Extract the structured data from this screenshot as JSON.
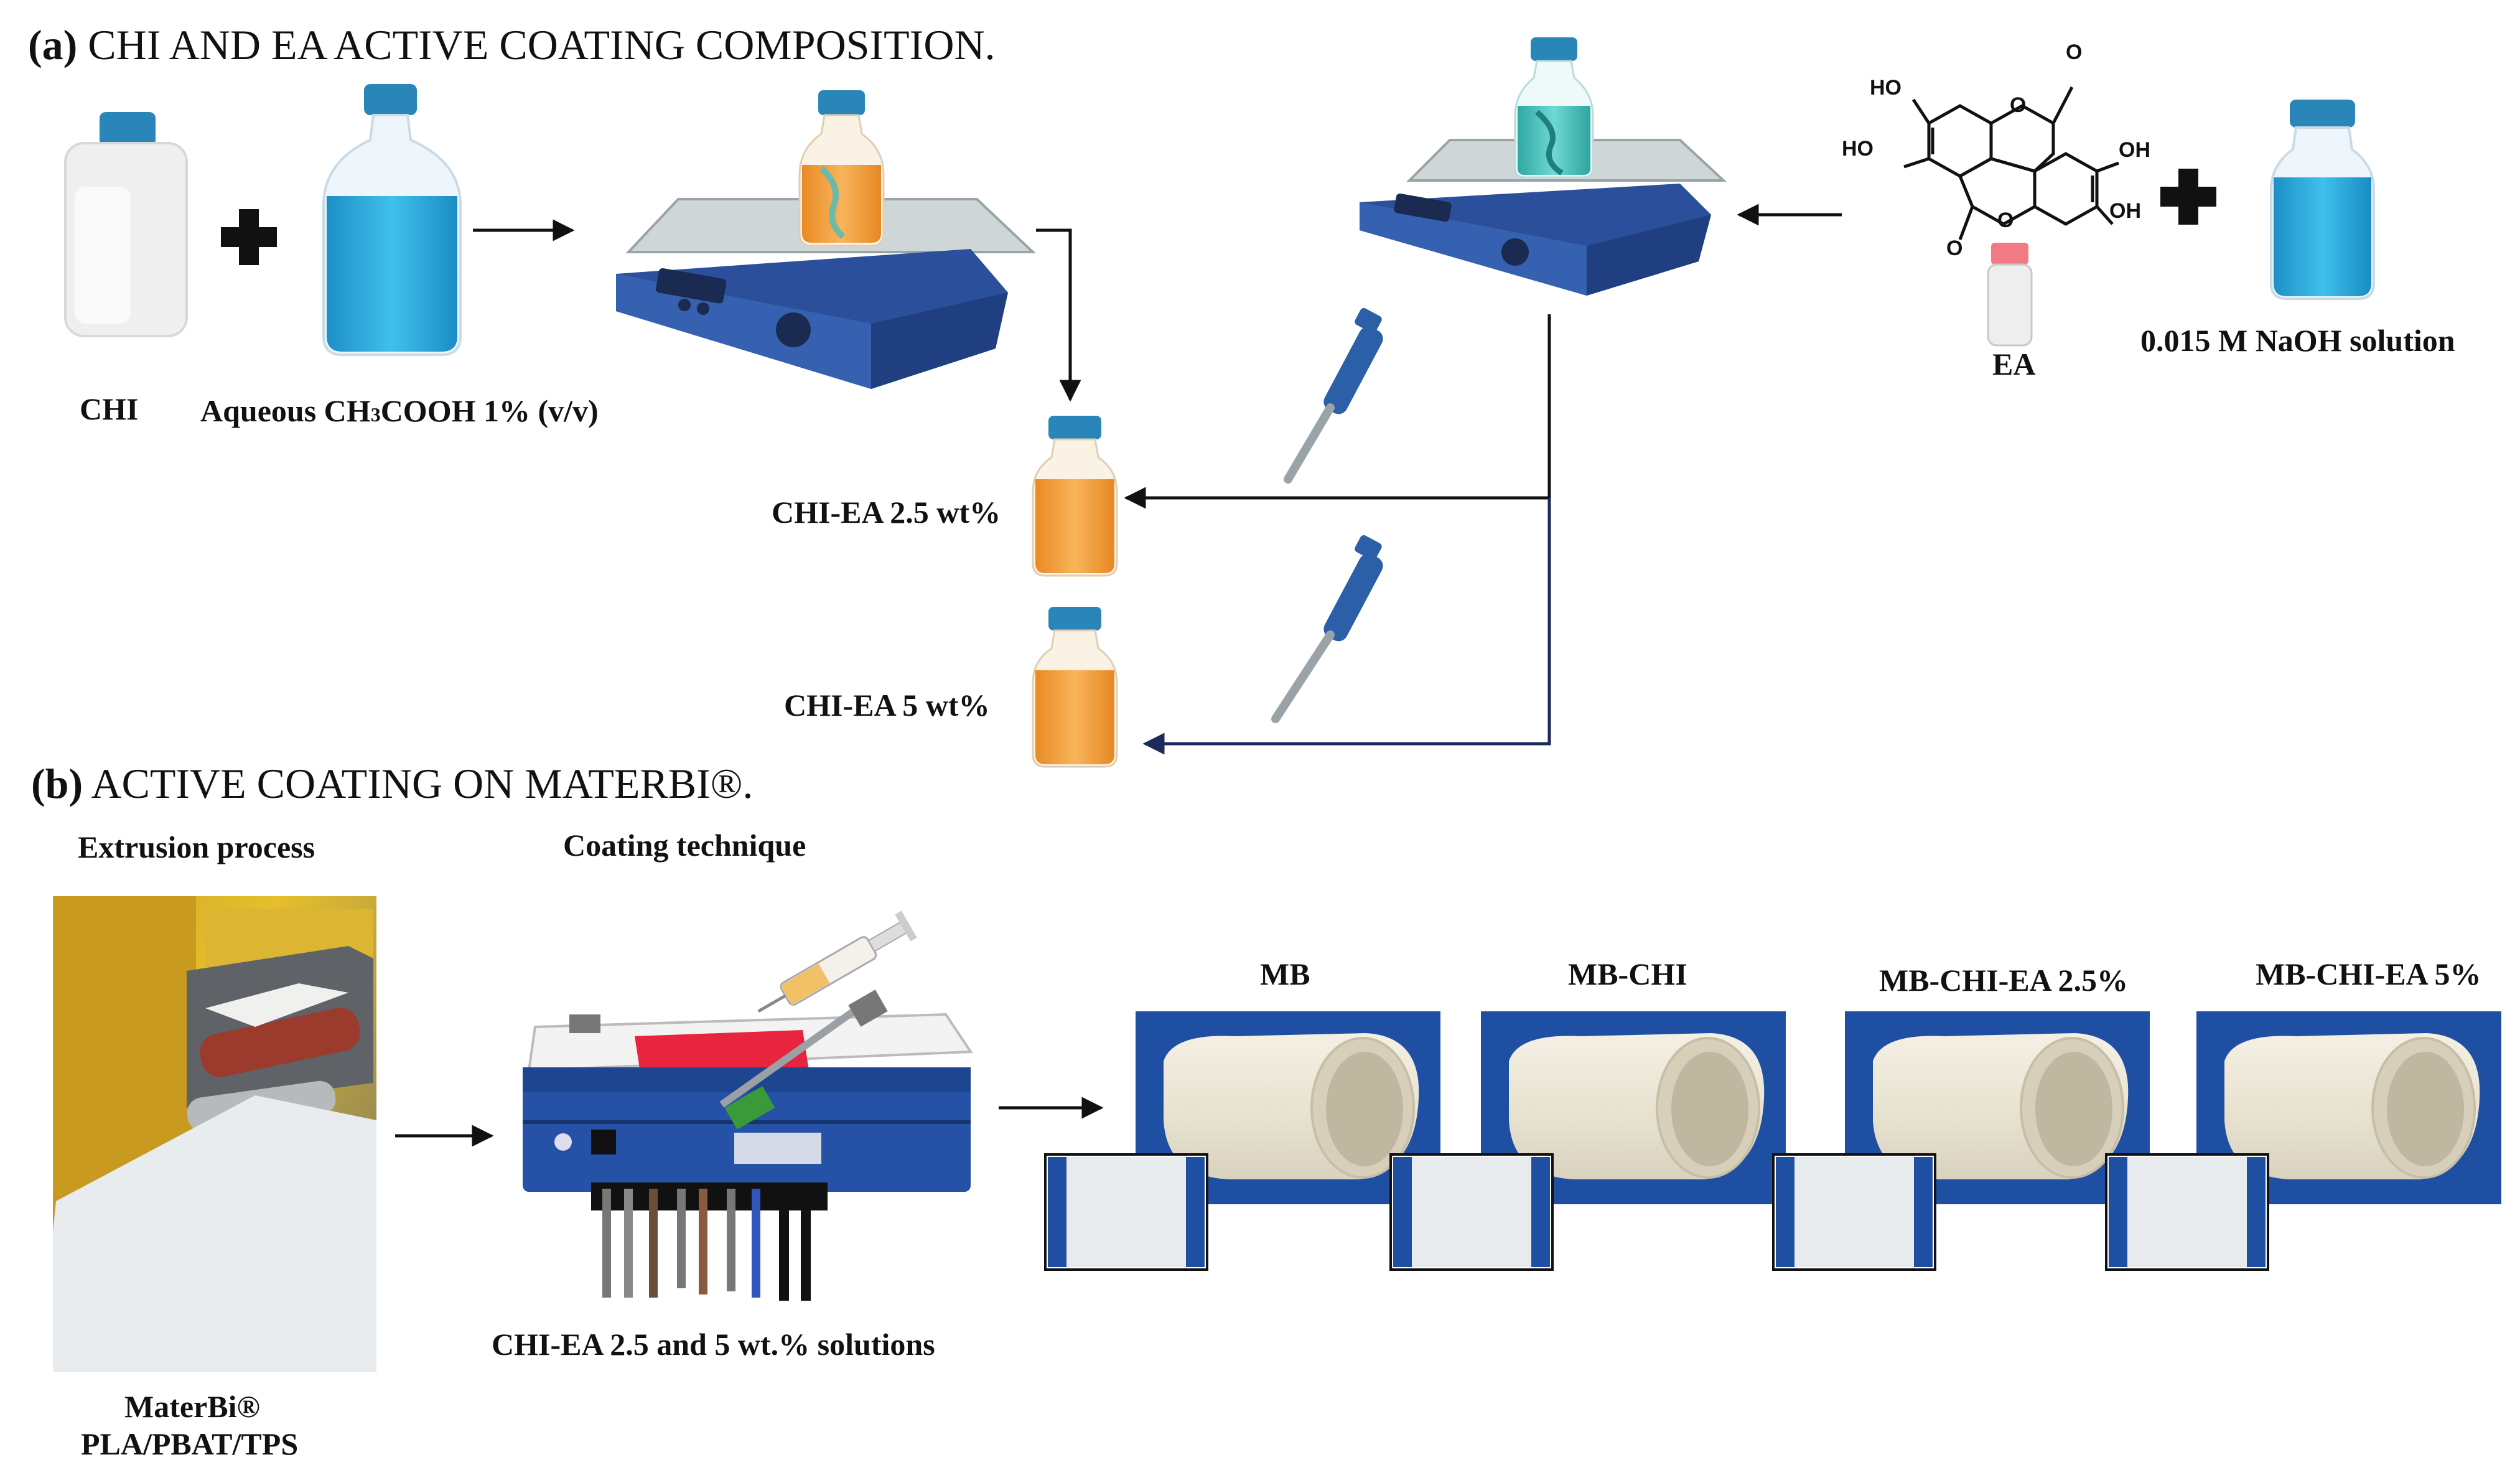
{
  "section_a": {
    "letter": "(a)",
    "title": "CHI AND EA ACTIVE COATING COMPOSITION."
  },
  "section_b": {
    "letter": "(b)",
    "title": "ACTIVE COATING ON MATERBI®."
  },
  "labels": {
    "chi": "CHI",
    "aqueous_prefix": "Aqueous CH",
    "aqueous_sub": "3",
    "aqueous_suffix": "COOH 1% (v/v)",
    "ea": "EA",
    "naoh": "0.015 M NaOH solution",
    "chi_ea_25": "CHI-EA 2.5 wt%",
    "chi_ea_5": "CHI-EA 5 wt%",
    "extrusion": "Extrusion process",
    "coating": "Coating technique",
    "materbi": "MaterBi®",
    "materbi_blend": "PLA/PBAT/TPS",
    "solutions": "CHI-EA 2.5 and 5 wt.% solutions"
  },
  "chem_groups": {
    "ho_top": "HO",
    "ho_left": "HO",
    "oh_right": "OH",
    "oh_bottom": "OH",
    "o_top": "O",
    "o_bottom": "O",
    "o_ring1": "O",
    "o_ring2": "O"
  },
  "samples": [
    {
      "name": "MB"
    },
    {
      "name": "MB-CHI"
    },
    {
      "name": "MB-CHI-EA 2.5%"
    },
    {
      "name": "MB-CHI-EA 5%"
    }
  ],
  "icons": [
    "chitosan-jar-icon",
    "plus-icon",
    "acid-bottle-icon",
    "magnetic-stirrer-icon",
    "pipette-icon",
    "vial-icon",
    "syringe-icon",
    "film-coater-icon",
    "film-roll-icon",
    "arrow-icon"
  ],
  "colors": {
    "solution_blue": "#2aa9dc",
    "cap_blue": "#2a86b8",
    "stirrer_blue": "#2b4f9a",
    "orange_solution": "#f2a13f",
    "teal_solution": "#4fc5c0",
    "roll_background": "#1f4fa3",
    "arrow_navy": "#1d2a5c"
  }
}
